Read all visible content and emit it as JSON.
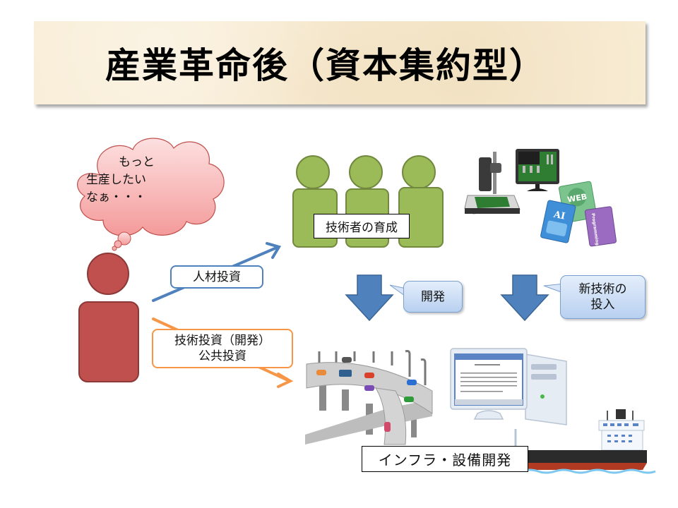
{
  "title": "産業革命後（資本集約型）",
  "thought_bubble": {
    "lines": [
      "もっと",
      "生産したい",
      "なぁ・・・"
    ]
  },
  "labels": {
    "hr_investment": "人材投資",
    "tech_investment_line1": "技術投資（開発）",
    "tech_investment_line2": "公共投資",
    "engineer_training": "技術者の育成",
    "development_callout": "開発",
    "new_tech_callout_line1": "新技術の",
    "new_tech_callout_line2": "投入",
    "infrastructure": "インフラ・設備開発"
  },
  "illustrations": {
    "books": [
      "WEB",
      "AI",
      "Programming"
    ]
  },
  "colors": {
    "person_red": "#c0504d",
    "person_red_border": "#8c3836",
    "engineer_green": "#9bbb59",
    "engineer_green_border": "#71893f",
    "arrow_blue": "#4f81bd",
    "arrow_orange": "#f79646",
    "cloud_pink": "#f8a8a8",
    "banner_beige": "#f8ecd4"
  }
}
